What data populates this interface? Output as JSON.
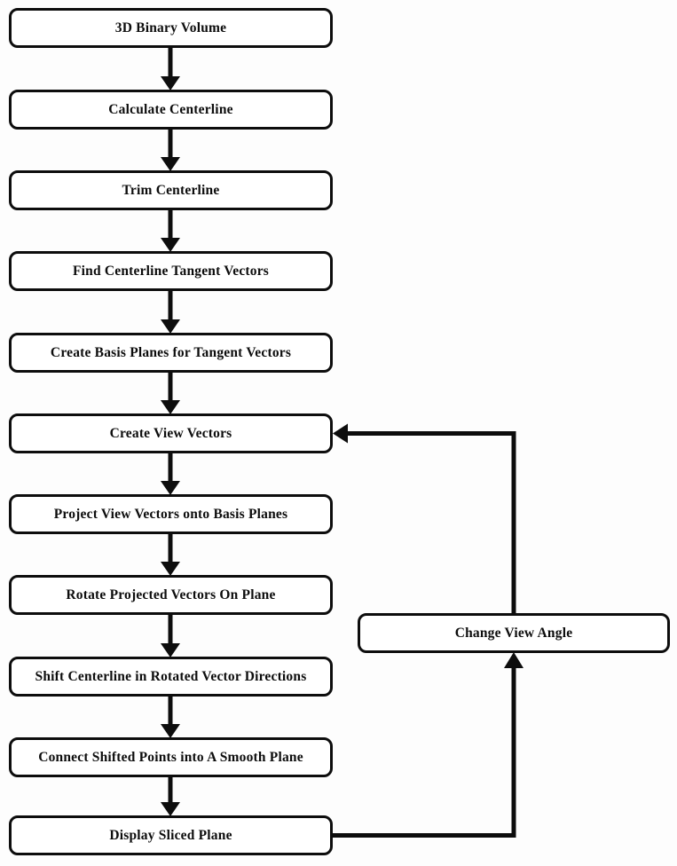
{
  "diagram": {
    "type": "flowchart",
    "background": "#fdfdfd",
    "colors": {
      "box_fill": "#ffffff",
      "box_border": "#0d0d0d",
      "arrow": "#0d0d0d",
      "text": "#0d0d0d"
    },
    "nodes": [
      {
        "id": "binary-volume",
        "label": "3D Binary Volume"
      },
      {
        "id": "calculate-centerline",
        "label": "Calculate Centerline"
      },
      {
        "id": "trim-centerline",
        "label": "Trim Centerline"
      },
      {
        "id": "find-tangent-vectors",
        "label": "Find Centerline Tangent Vectors"
      },
      {
        "id": "create-basis-planes",
        "label": "Create Basis Planes for Tangent Vectors"
      },
      {
        "id": "create-view-vectors",
        "label": "Create View Vectors"
      },
      {
        "id": "project-view-vectors",
        "label": "Project View Vectors onto Basis Planes"
      },
      {
        "id": "rotate-projected-vectors",
        "label": "Rotate Projected Vectors On Plane"
      },
      {
        "id": "shift-centerline",
        "label": "Shift Centerline in Rotated Vector Directions"
      },
      {
        "id": "connect-shifted-points",
        "label": "Connect Shifted Points into A Smooth Plane"
      },
      {
        "id": "display-sliced-plane",
        "label": "Display Sliced Plane"
      },
      {
        "id": "change-view-angle",
        "label": "Change View Angle"
      }
    ],
    "edges": [
      {
        "from": "binary-volume",
        "to": "calculate-centerline"
      },
      {
        "from": "calculate-centerline",
        "to": "trim-centerline"
      },
      {
        "from": "trim-centerline",
        "to": "find-tangent-vectors"
      },
      {
        "from": "find-tangent-vectors",
        "to": "create-basis-planes"
      },
      {
        "from": "create-basis-planes",
        "to": "create-view-vectors"
      },
      {
        "from": "create-view-vectors",
        "to": "project-view-vectors"
      },
      {
        "from": "project-view-vectors",
        "to": "rotate-projected-vectors"
      },
      {
        "from": "rotate-projected-vectors",
        "to": "shift-centerline"
      },
      {
        "from": "shift-centerline",
        "to": "connect-shifted-points"
      },
      {
        "from": "connect-shifted-points",
        "to": "display-sliced-plane"
      },
      {
        "from": "display-sliced-plane",
        "to": "change-view-angle"
      },
      {
        "from": "change-view-angle",
        "to": "create-view-vectors"
      }
    ]
  }
}
